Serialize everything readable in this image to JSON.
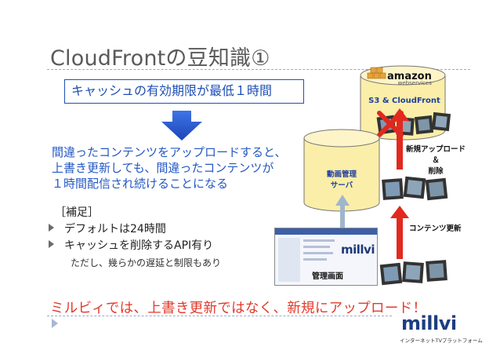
{
  "slide": {
    "title": "CloudFrontの豆知識①",
    "callout": "キャッシュの有効期限が最低１時間",
    "description_lines": [
      "間違ったコンテンツをアップロードすると、",
      "上書き更新しても、間違ったコンテンツが",
      "１時間配信され続けることになる"
    ],
    "note_heading": "［補足］",
    "bullets": [
      "デフォルトは24時間",
      "キャッシュを削除するAPI有り"
    ],
    "sub_note": "ただし、幾らかの遅延と制限もあり",
    "conclusion": "ミルビィでは、上書き更新ではなく、新規にアップロード！"
  },
  "diagram": {
    "s3_label": "S3 & CloudFront",
    "amazon_logo": "amazon",
    "amazon_sub": "webservices",
    "server_label_line1": "動画管理",
    "server_label_line2": "サーバ",
    "new_upload_line1": "新規アップロード",
    "new_upload_line2": "＆",
    "new_upload_line3": "削除",
    "content_update": "コンテンツ更新",
    "admin_screen": "管理画面",
    "admin_logo": "millvi"
  },
  "brand": {
    "logo": "millvi",
    "tagline": "インターネットTVプラットフォーム"
  },
  "colors": {
    "accent_blue": "#1f4fb3",
    "text_blue": "#2458c4",
    "red": "#e23a2c",
    "cylinder_fill": "#fbeea8"
  }
}
